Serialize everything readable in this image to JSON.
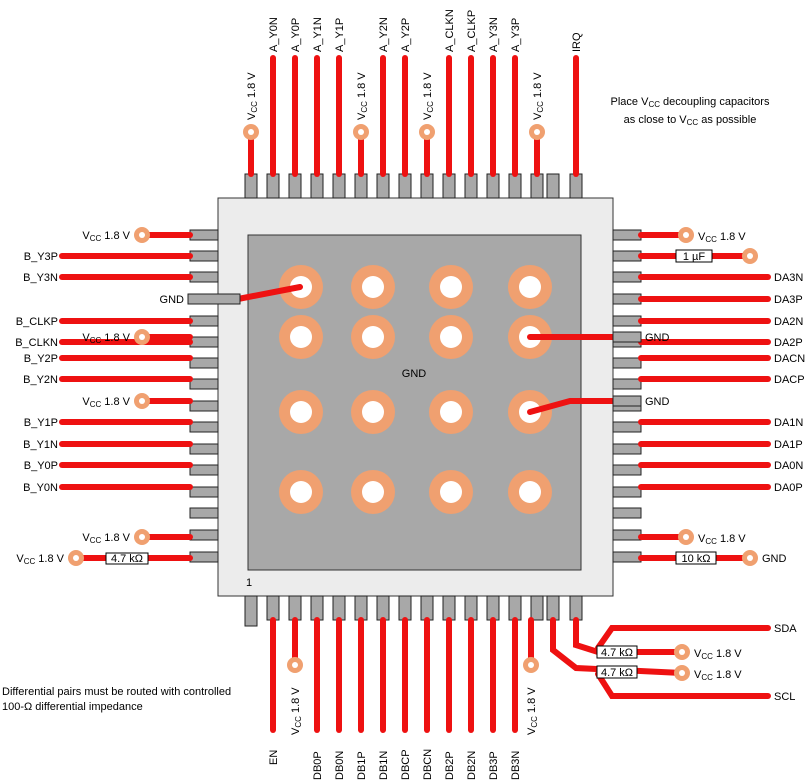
{
  "top_pins": [
    "A_Y0N",
    "A_Y0P",
    "A_Y1N",
    "A_Y1P",
    "A_Y2N",
    "A_Y2P",
    "A_CLKN",
    "A_CLKP",
    "A_Y3N",
    "A_Y3P",
    "IRQ"
  ],
  "left_pins": [
    "B_Y3P",
    "B_Y3N",
    "GND",
    "B_CLKP",
    "B_CLKN",
    "B_Y2P",
    "B_Y2N",
    "B_Y1P",
    "B_Y1N",
    "B_Y0P",
    "B_Y0N"
  ],
  "right_pins": [
    "DA3N",
    "DA3P",
    "DA2N",
    "DA2P",
    "GND",
    "DACN",
    "DACP",
    "GND",
    "DA1N",
    "DA1P",
    "DA0N",
    "DA0P",
    "GND"
  ],
  "bottom_pins": [
    "EN",
    "DB0P",
    "DB0N",
    "DB1P",
    "DB1N",
    "DBCP",
    "DBCN",
    "DB2P",
    "DB2N",
    "DB3P",
    "DB3N"
  ],
  "right_bottom": [
    "SDA",
    "SCL"
  ],
  "vcc": {
    "main": "V",
    "sub": "CC",
    "value": " 1.8 V"
  },
  "center_label": "GND",
  "pin1_label": "1",
  "components": {
    "cap": "1 µF",
    "r_left": "4.7 kΩ",
    "r_right": "10 kΩ",
    "r_sda": "4.7 kΩ",
    "r_scl": "4.7 kΩ"
  },
  "note_top": {
    "line1_a": "Place V",
    "line1_sub": "CC",
    "line1_b": " decoupling capacitors",
    "line2_a": "as close to V",
    "line2_sub": "CC",
    "line2_b": " as possible"
  },
  "note_bottom": {
    "line1": "Differential pairs must be routed with controlled",
    "line2": "100-Ω differential impedance"
  },
  "colors": {
    "trace": "#ee1111",
    "via": "#f0a070",
    "pad": "#a8a8a8",
    "body": "#ececec",
    "die": "#a8a8a8"
  }
}
